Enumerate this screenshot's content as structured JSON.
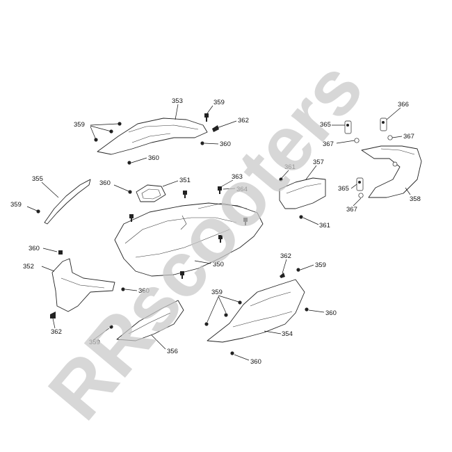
{
  "watermark": "RRscooters",
  "labels": {
    "l353": "353",
    "l359a": "359",
    "l362a": "362",
    "l359b": "359",
    "l360a": "360",
    "l360b": "360",
    "l355": "355",
    "l359c": "359",
    "l360c": "360",
    "l351": "351",
    "l363": "363",
    "l364": "364",
    "l361a": "361",
    "l357": "357",
    "l366": "366",
    "l365a": "365",
    "l367a": "367",
    "l367b": "367",
    "l365b": "365",
    "l358": "358",
    "l367c": "367",
    "l361b": "361",
    "l360d": "360",
    "l352": "352",
    "l350": "350",
    "l360e": "360",
    "l362b": "362",
    "l359d": "359",
    "l359e": "359",
    "l362c": "362",
    "l359f": "359",
    "l360f": "360",
    "l354": "354",
    "l356": "356",
    "l360g": "360"
  }
}
